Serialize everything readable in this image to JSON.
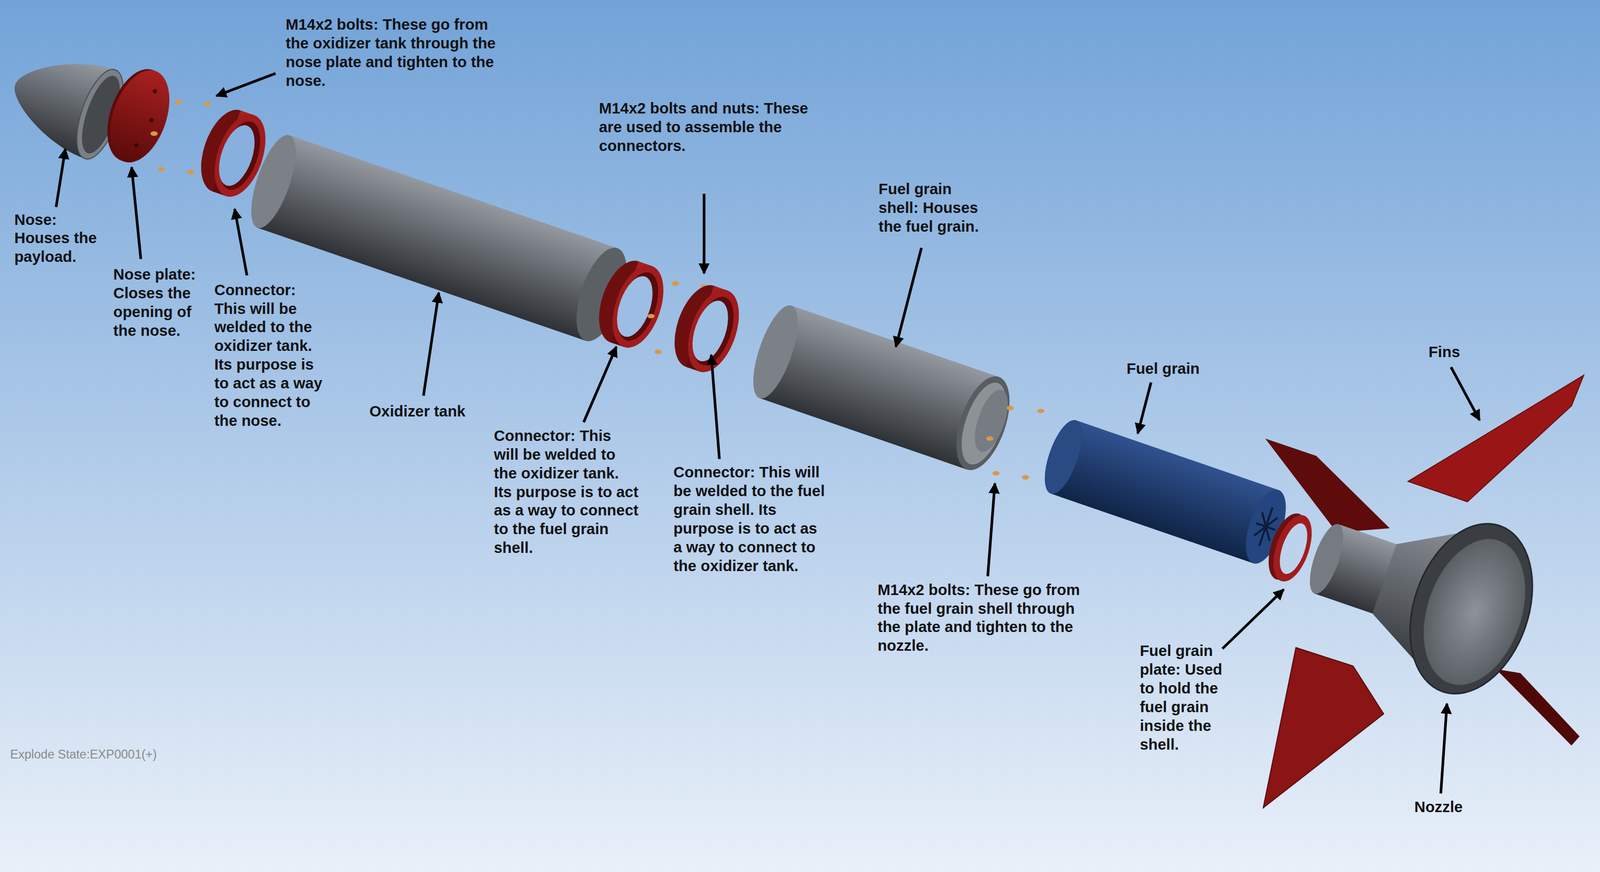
{
  "diagram": {
    "labels": [
      "M14x2 bolts: These go from the oxidizer tank through the nose plate and tighten to the nose.",
      "Nose: Houses the payload.",
      "Nose plate: Closes the opening of the nose.",
      "Connector: This will be welded to the oxidizer tank. Its purpose is to act as a way to connect to the nose.",
      "Oxidizer tank",
      "M14x2 bolts and nuts: These are used to assemble the connectors.",
      "Connector: This will be welded to the oxidizer tank. Its purpose is to act as a way to connect to the fuel grain shell.",
      "Connector: This will be welded to the fuel grain shell. Its purpose is to act as a way to connect to the oxidizer tank.",
      "Fuel grain shell: Houses the fuel grain.",
      "Fuel grain",
      "Fins",
      "M14x2 bolts: These go from the fuel grain shell through the plate and tighten to the nozzle.",
      "Fuel grain plate: Used to hold the fuel grain inside the shell.",
      "Nozzle",
      "Explode State:EXP0001(+)"
    ]
  }
}
